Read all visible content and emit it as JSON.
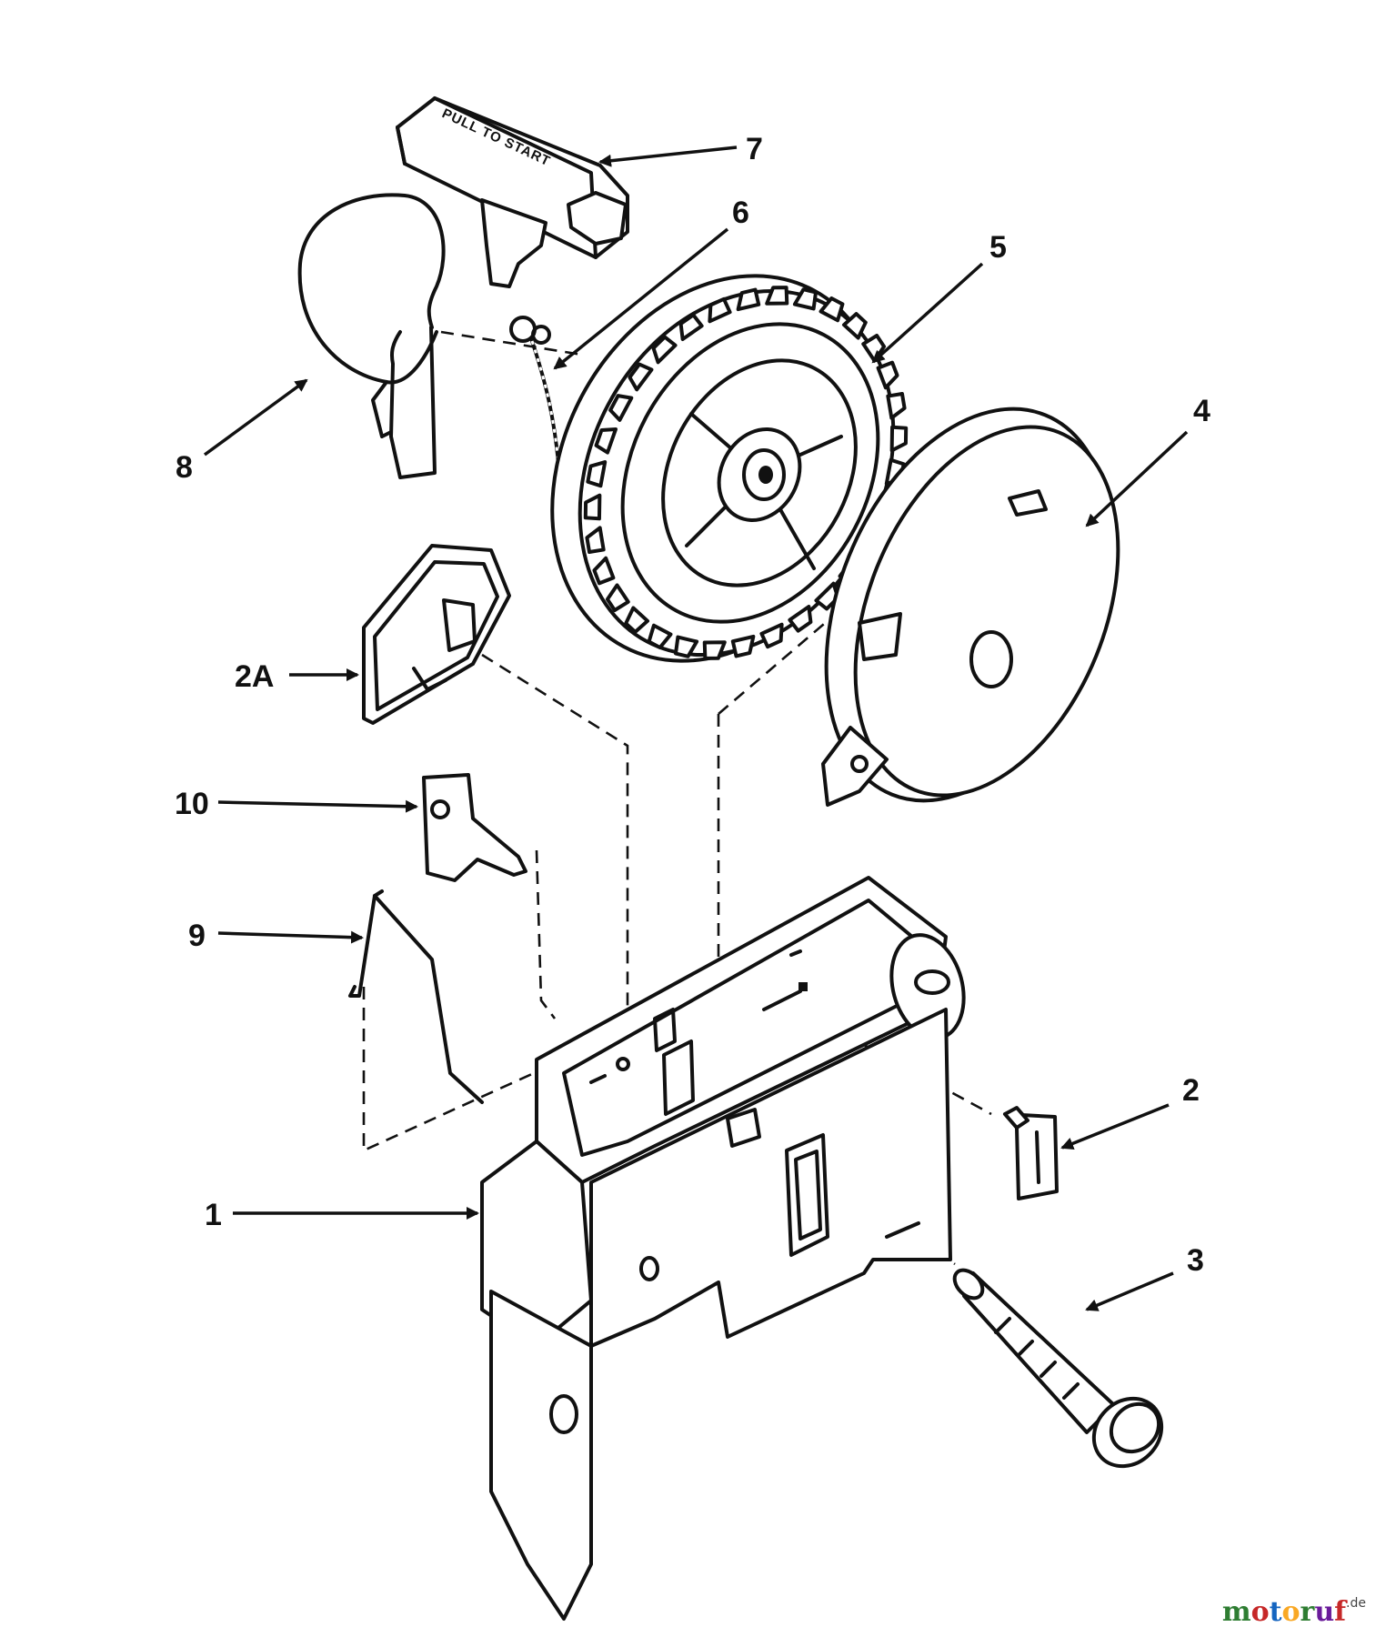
{
  "diagram": {
    "callouts": {
      "c1": "1",
      "c2": "2",
      "c2a": "2A",
      "c3": "3",
      "c4": "4",
      "c5": "5",
      "c6": "6",
      "c7": "7",
      "c8": "8",
      "c9": "9",
      "c10": "10"
    },
    "handle_label": "PULL TO START"
  },
  "watermark": {
    "letters": [
      {
        "char": "m",
        "color": "#2e7d32"
      },
      {
        "char": "o",
        "color": "#c62828"
      },
      {
        "char": "t",
        "color": "#1565c0"
      },
      {
        "char": "o",
        "color": "#f9a825"
      },
      {
        "char": "r",
        "color": "#2e7d32"
      },
      {
        "char": "u",
        "color": "#6a1b9a"
      },
      {
        "char": "f",
        "color": "#c62828"
      }
    ],
    "tld": ".de"
  }
}
